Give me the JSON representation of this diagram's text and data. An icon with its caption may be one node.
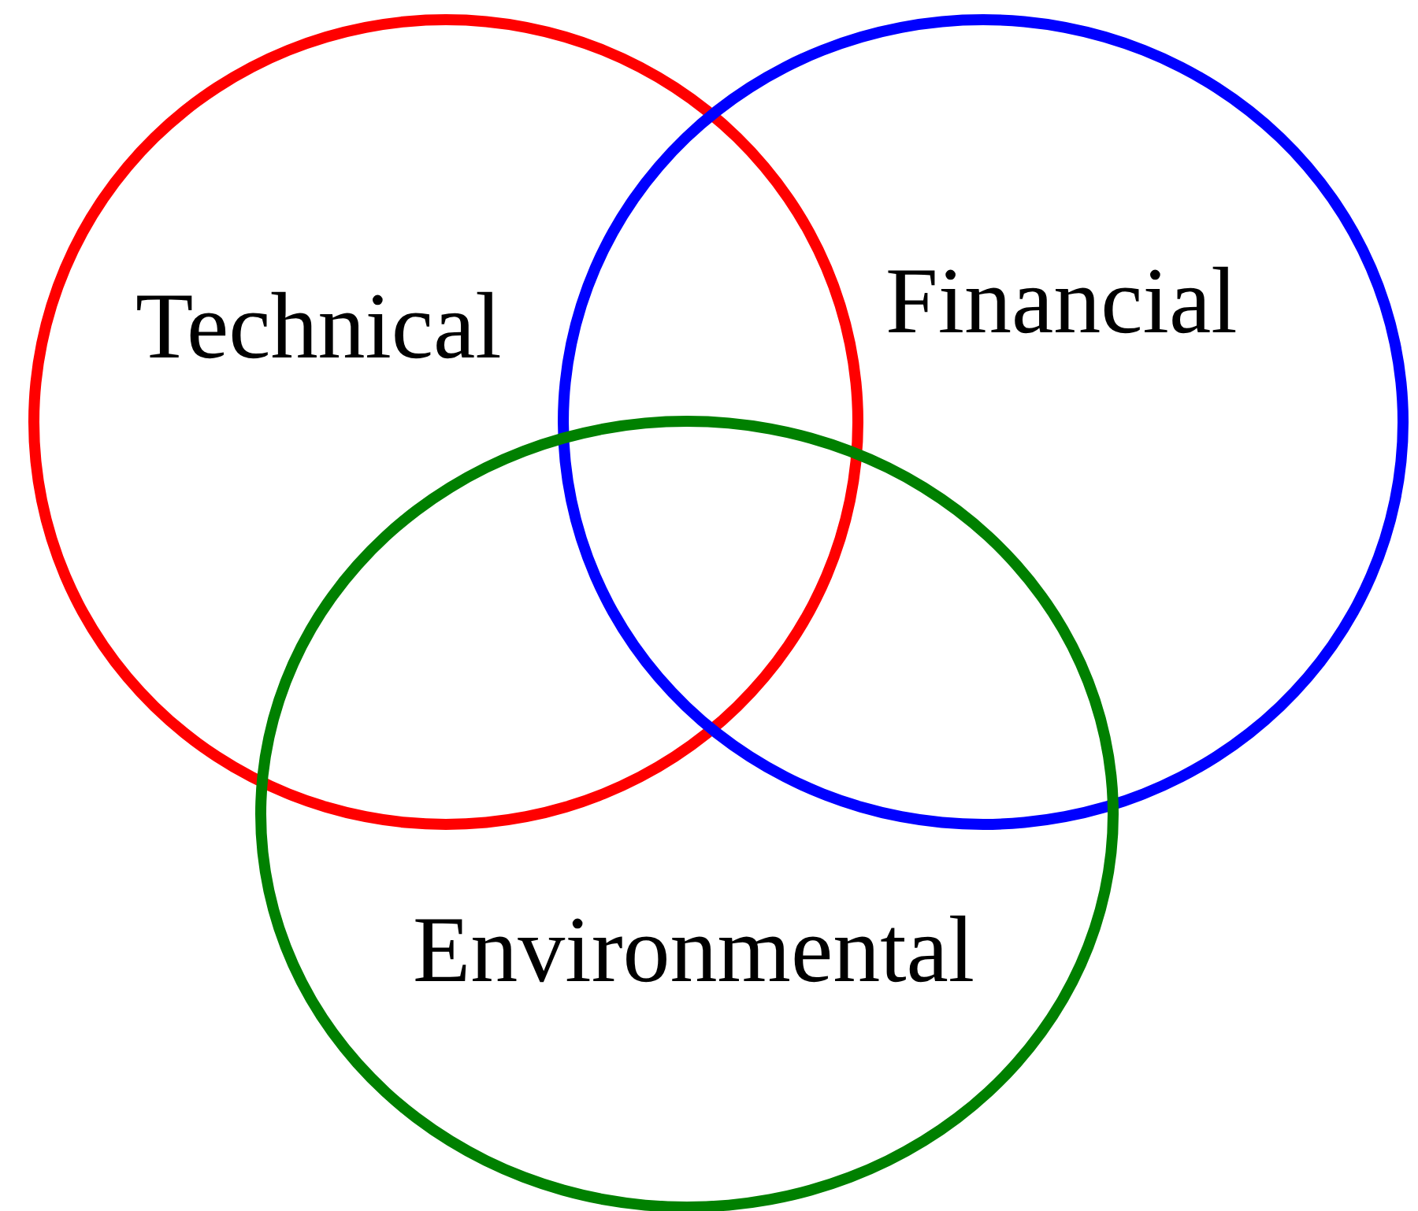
{
  "diagram": {
    "nodes": [
      {
        "text": [
          "Technical"
        ]
      },
      {
        "text": [
          "Financial"
        ]
      },
      {
        "text": [
          "Environmental"
        ]
      }
    ]
  }
}
